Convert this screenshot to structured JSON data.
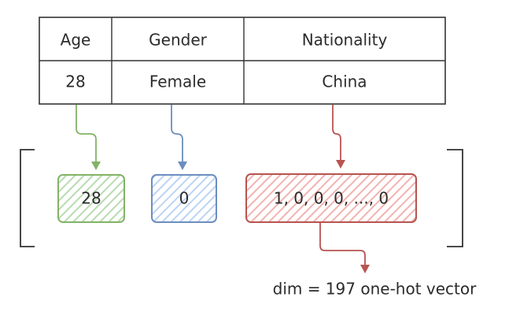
{
  "table": {
    "headers": [
      "Age",
      "Gender",
      "Nationality"
    ],
    "row": [
      "28",
      "Female",
      "China"
    ]
  },
  "vector": {
    "age_value": "28",
    "gender_value": "0",
    "nationality_value": "1, 0, 0, 0, ..., 0"
  },
  "annotation": "dim = 197 one-hot vector",
  "colors": {
    "age": "#82b366",
    "gender": "#6c8ebf",
    "nationality": "#b85450",
    "age_fill": "#d5e8d4",
    "gender_fill": "#dae8fc",
    "nationality_fill": "#f8cecc",
    "line": "#333333"
  }
}
